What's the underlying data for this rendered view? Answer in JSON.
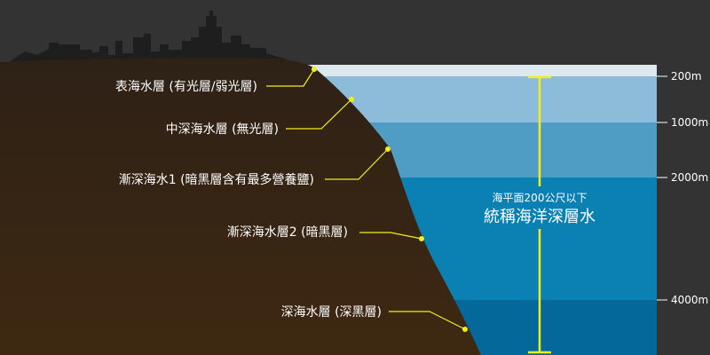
{
  "zones": [
    {
      "id": "epipelagic",
      "label": "表海水層 (有光層/弱光層)",
      "color": "#c8e3ef"
    },
    {
      "id": "mesopelagic",
      "label": "中深海水層 (無光層)",
      "color": "#84b9d7"
    },
    {
      "id": "bathypelagic-1",
      "label": "漸深海水1 (暗黑層含有最多營養鹽)",
      "color": "#4a99c2"
    },
    {
      "id": "bathypelagic-2",
      "label": "漸深海水層2 (暗黑層)",
      "color": "#0a80b4"
    },
    {
      "id": "abyssopelagic",
      "label": "深海水層 (深黑層)",
      "color": "#03689a"
    }
  ],
  "surface_band_color": "#c8e3ef",
  "depth_marks": [
    "200m",
    "1000m",
    "2000m",
    "4000m"
  ],
  "annotation": {
    "small": "海平面200公尺以下",
    "big": "統稱海洋深層水"
  },
  "colors": {
    "background": "#333333",
    "land_top": "#2e2116",
    "land_bottom": "#3e2812",
    "accent": "#f2ee1c",
    "skyline": "#1c1c1c"
  }
}
